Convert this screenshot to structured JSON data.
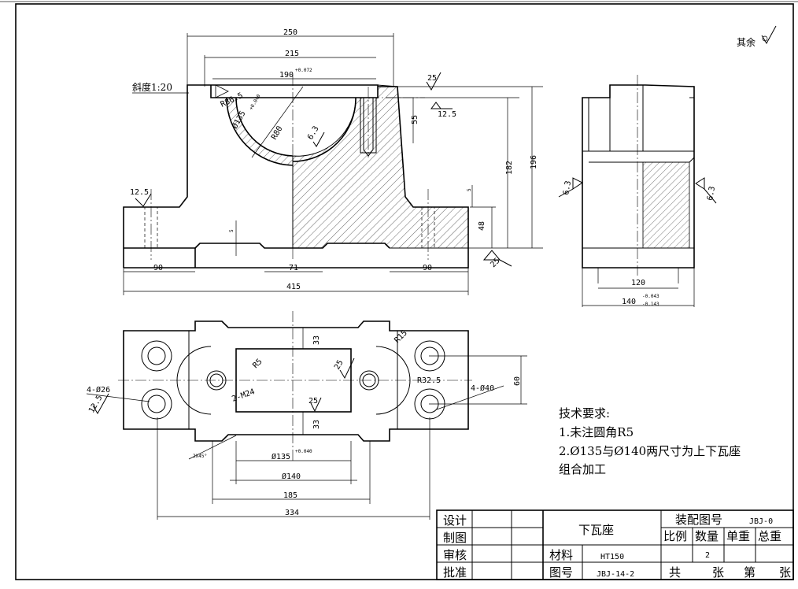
{
  "surface_roughness_note": "其余",
  "taper_label": "斜度1:20",
  "front_view": {
    "dims": {
      "d250": "250",
      "d215": "215",
      "d190": "190",
      "d190_tol": "+0.072",
      "r86": "R86.5",
      "d135": "Ø135",
      "d135_tol": "+0.040",
      "r80": "R80",
      "d55": "55",
      "d182": "182",
      "d196": "196",
      "d5a": "5",
      "d5b": "5",
      "d48": "48",
      "d90a": "90",
      "d71": "71",
      "d90b": "90",
      "d415": "415"
    },
    "roughness": [
      "25",
      "12.5",
      "6.3",
      "12.5",
      "25"
    ]
  },
  "side_view": {
    "dims": {
      "d120": "120",
      "d140": "140",
      "d140_tol_up": "-0.043",
      "d140_tol_low": "-0.143"
    },
    "roughness": [
      "6.3",
      "6.3"
    ]
  },
  "top_view": {
    "dims": {
      "d33a": "33",
      "d33b": "33",
      "r15": "R15",
      "r5": "R5",
      "r25": "25",
      "m24": "2-M24",
      "r32": "R32.5",
      "d60": "60",
      "holes26": "4-Ø26",
      "holes40": "4-Ø40",
      "chamfer": "2X45°",
      "d135": "Ø135",
      "d135_tol": "+0.040",
      "d140": "Ø140",
      "d185": "185",
      "d334": "334"
    },
    "roughness": [
      "12.5",
      "25",
      "25"
    ]
  },
  "requirements": {
    "title": "技术要求:",
    "item1": "1.未注圆角R5",
    "item2": "2.Ø135与Ø140两尺寸为上下瓦座",
    "item3": "组合加工"
  },
  "title_block": {
    "design": "设计",
    "draw": "制图",
    "check": "审核",
    "approve": "批准",
    "part_name": "下瓦座",
    "assembly_label": "装配图号",
    "assembly_no": "JBJ-0",
    "scale": "比例",
    "qty": "数量",
    "unit_wt": "单重",
    "total_wt": "总重",
    "qty_val": "2",
    "material_label": "材料",
    "material": "HT150",
    "drawing_label": "图号",
    "drawing_no": "JBJ-14-2",
    "total": "共",
    "sheet": "张",
    "no": "第",
    "sheet2": "张"
  }
}
